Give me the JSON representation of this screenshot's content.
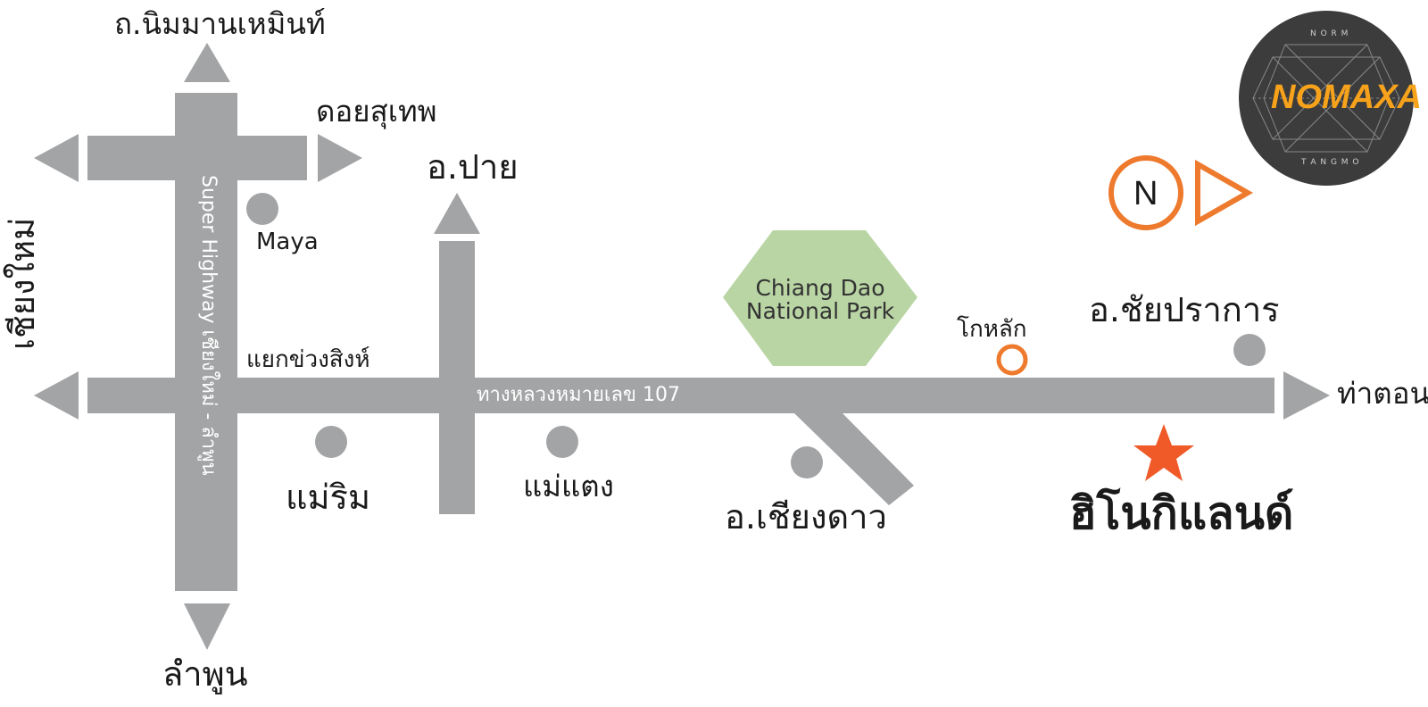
{
  "colors": {
    "road": "#a2a4a5",
    "town_dot": "#a2a4a5",
    "accent_orange": "#ee7a2d",
    "star_red": "#f05a28",
    "park_green": "#b9d5a4",
    "logo_bg": "#3c3c3c",
    "logo_text": "#f7a21b"
  },
  "labels": {
    "north_road": "ถ.นิมมานเหมินท์",
    "doi_suthep": "ดอยสุเทพ",
    "pai": "อ.ปาย",
    "chiang_mai": "เชียงใหม่",
    "maya": "Maya",
    "superhighway": "Super Highway เชียงใหม่ - ลำพูน",
    "yaek_khuang_sing": "แยกข่วงสิงห์",
    "route_107": "ทางหลวงหมายเลข 107",
    "mae_rim": "แม่ริม",
    "mae_taeng": "แม่แตง",
    "chiang_dao": "อ.เชียงดาว",
    "park_line1": "Chiang Dao",
    "park_line2": "National Park",
    "kohlak": "โกหลัก",
    "chai_prakan": "อ.ชัยปราการ",
    "tha_ton": "ท่าตอน",
    "destination": "ฮิโนกิแลนด์",
    "lamphun": "ลำพูน",
    "north": "N"
  },
  "logo": {
    "brand": "NOMAXA",
    "top_text": "N O R M",
    "bottom_text": "T A N G M O"
  }
}
